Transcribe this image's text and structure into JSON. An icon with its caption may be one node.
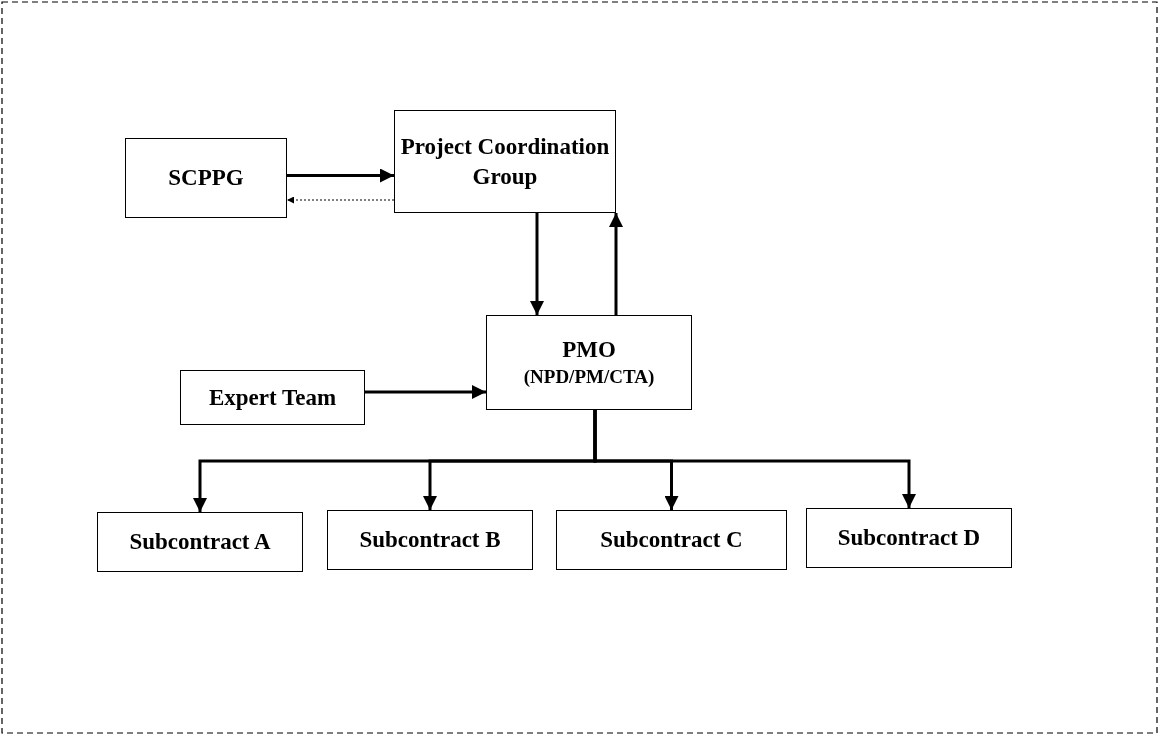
{
  "diagram": {
    "nodes": [
      {
        "text": [
          "SCPPG"
        ]
      },
      {
        "text": [
          "Project Coordination Group"
        ]
      },
      {
        "text": [
          "Expert Team"
        ]
      },
      {
        "text": [
          "PMO",
          "(NPD/PM/CTA)"
        ]
      },
      {
        "text": [
          "Subcontract A"
        ]
      },
      {
        "text": [
          "Subcontract B"
        ]
      },
      {
        "text": [
          "Subcontract C"
        ]
      },
      {
        "text": [
          "Subcontract D"
        ]
      }
    ],
    "edges": [
      {
        "from": 0,
        "to": 1,
        "arrow": "to"
      },
      {
        "from": 1,
        "to": 0,
        "arrow": "to",
        "style": "dashed"
      },
      {
        "from": 1,
        "to": 3,
        "arrow": "to"
      },
      {
        "from": 3,
        "to": 1,
        "arrow": "to"
      },
      {
        "from": 2,
        "to": 3,
        "arrow": "to"
      },
      {
        "from": 3,
        "to": 4,
        "arrow": "to"
      },
      {
        "from": 3,
        "to": 5,
        "arrow": "to"
      },
      {
        "from": 3,
        "to": 6,
        "arrow": "to"
      },
      {
        "from": 3,
        "to": 7,
        "arrow": "to"
      }
    ]
  }
}
